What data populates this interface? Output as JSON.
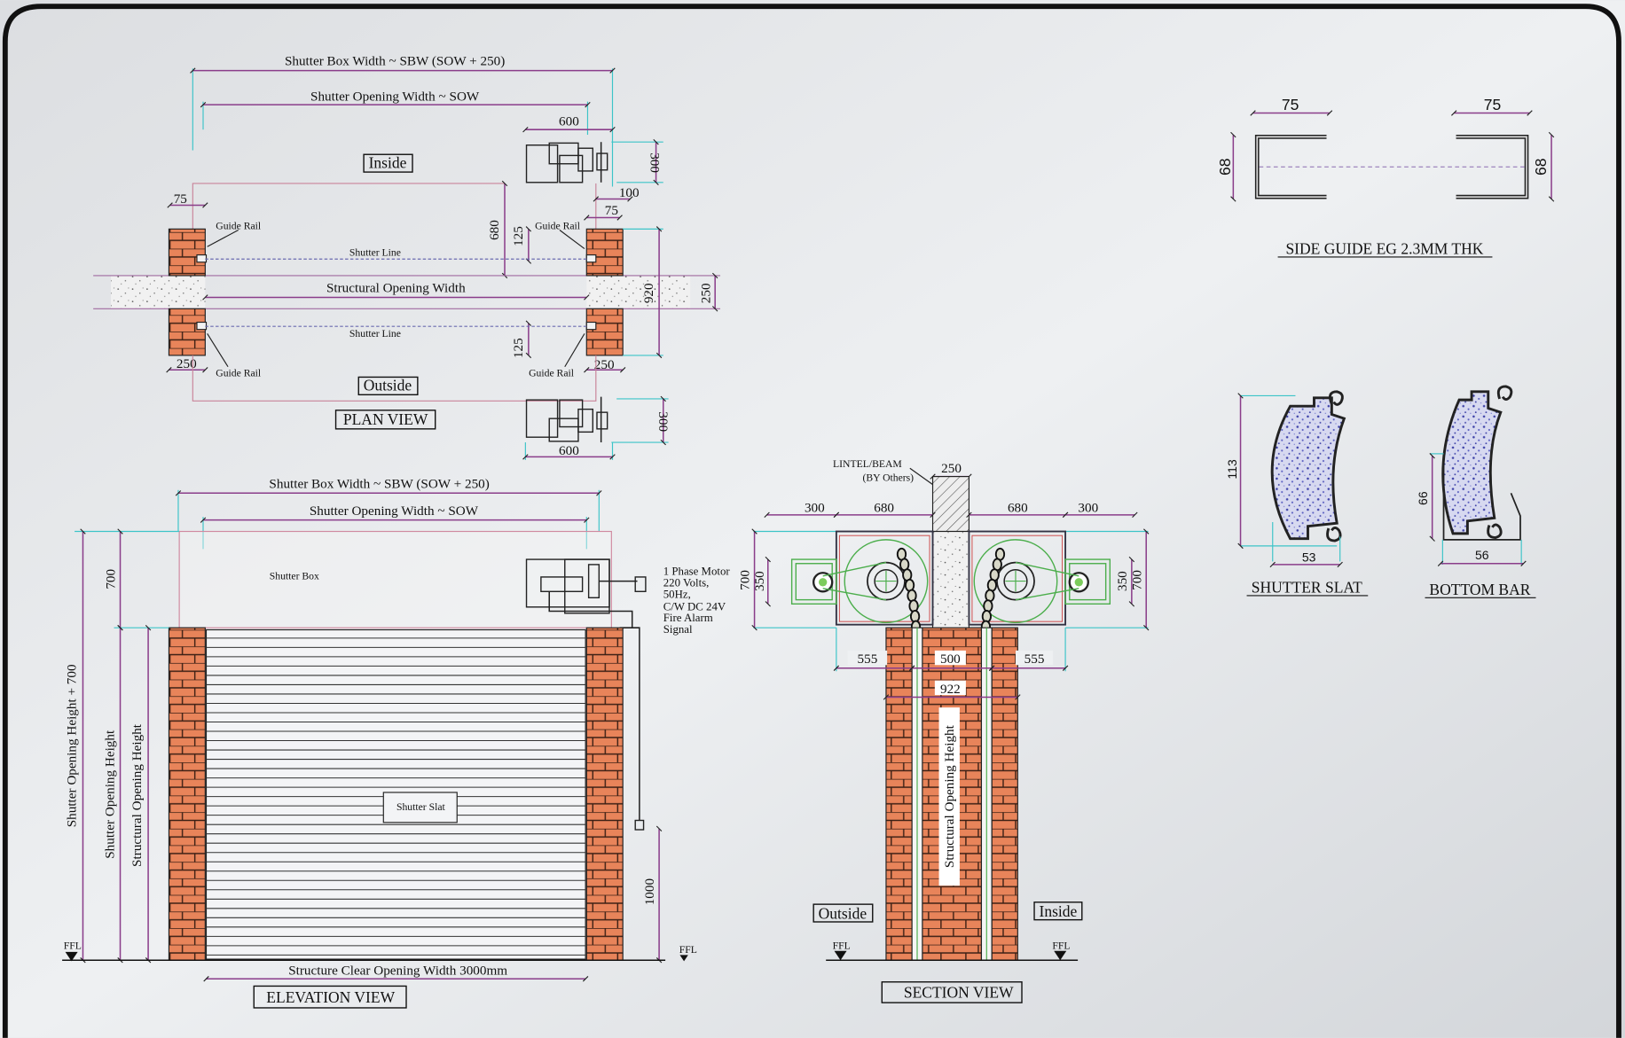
{
  "plan": {
    "sbw_label": "Shutter Box Width ~ SBW (SOW + 250)",
    "sow_label": "Shutter Opening Width  ~ SOW",
    "d600_top": "600",
    "d300_top": "300",
    "inside": "Inside",
    "d100": "100",
    "d75_left": "75",
    "d75_right": "75",
    "guide_rail": "Guide Rail",
    "d680": "680",
    "d125": "125",
    "shutter_line": "Shutter Line",
    "struct_width": "Structural Opening Width",
    "d920": "920",
    "d250_right": "250",
    "d250": "250",
    "outside": "Outside",
    "title": "PLAN VIEW",
    "d300_bottom": "300",
    "d600_bottom": "600"
  },
  "elevation": {
    "sbw_label": "Shutter Box Width ~ SBW (SOW + 250)",
    "sow_label": "Shutter Opening Width  ~ SOW",
    "shutter_box": "Shutter Box",
    "motor_spec": [
      "1 Phase Motor",
      "220 Volts,",
      "50Hz,",
      "C/W DC 24V",
      "Fire Alarm",
      "Signal"
    ],
    "d700": "700",
    "soh_plus": "Shutter Opening Height  + 700",
    "soh": "Shutter Opening Height",
    "struct_height": "Structural Opening Height",
    "slat_label": "Shutter Slat",
    "d1000": "1000",
    "ffl": "FFL",
    "clear_width": "Structure Clear Opening Width 3000mm",
    "title": "ELEVATION VIEW"
  },
  "section": {
    "lintel_line1": "LINTEL/BEAM",
    "lintel_line2": "(BY Others)",
    "d250": "250",
    "d300_left": "300",
    "d680_left": "680",
    "d680_right": "680",
    "d300_right": "300",
    "d700": "700",
    "d350": "350",
    "d555_left": "555",
    "d500": "500",
    "d555_right": "555",
    "d922": "922",
    "struct_height": "Structural Opening Height",
    "outside": "Outside",
    "inside": "Inside",
    "ffl": "FFL",
    "title": "SECTION VIEW"
  },
  "side_guide": {
    "width": "75",
    "height": "68",
    "title": "SIDE GUIDE EG 2.3MM THK"
  },
  "slat": {
    "height": "113",
    "width": "53",
    "title": "SHUTTER SLAT"
  },
  "bottom_bar": {
    "height": "66",
    "width": "56",
    "title": "BOTTOM BAR"
  },
  "colors": {
    "dimension": "#8a3d8a",
    "extension": "#3cc4c8",
    "brick": "#e8845a",
    "motor_green": "#4cae4c"
  }
}
